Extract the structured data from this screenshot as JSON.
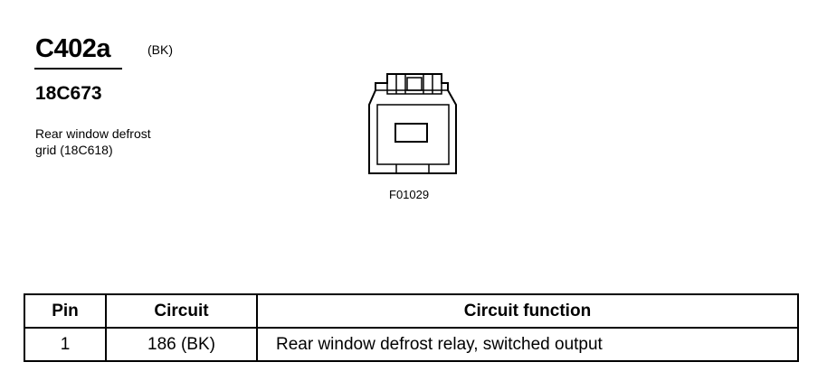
{
  "header": {
    "connector_id": "C402a",
    "color_code": "(BK)",
    "part_number": "18C673",
    "description_line1": "Rear window defrost",
    "description_line2": "grid (18C618)"
  },
  "figure": {
    "figure_id": "F01029"
  },
  "table": {
    "headers": {
      "pin": "Pin",
      "circuit": "Circuit",
      "function": "Circuit function"
    },
    "rows": [
      {
        "pin": "1",
        "circuit": "186 (BK)",
        "function": "Rear window defrost relay, switched output"
      }
    ]
  }
}
